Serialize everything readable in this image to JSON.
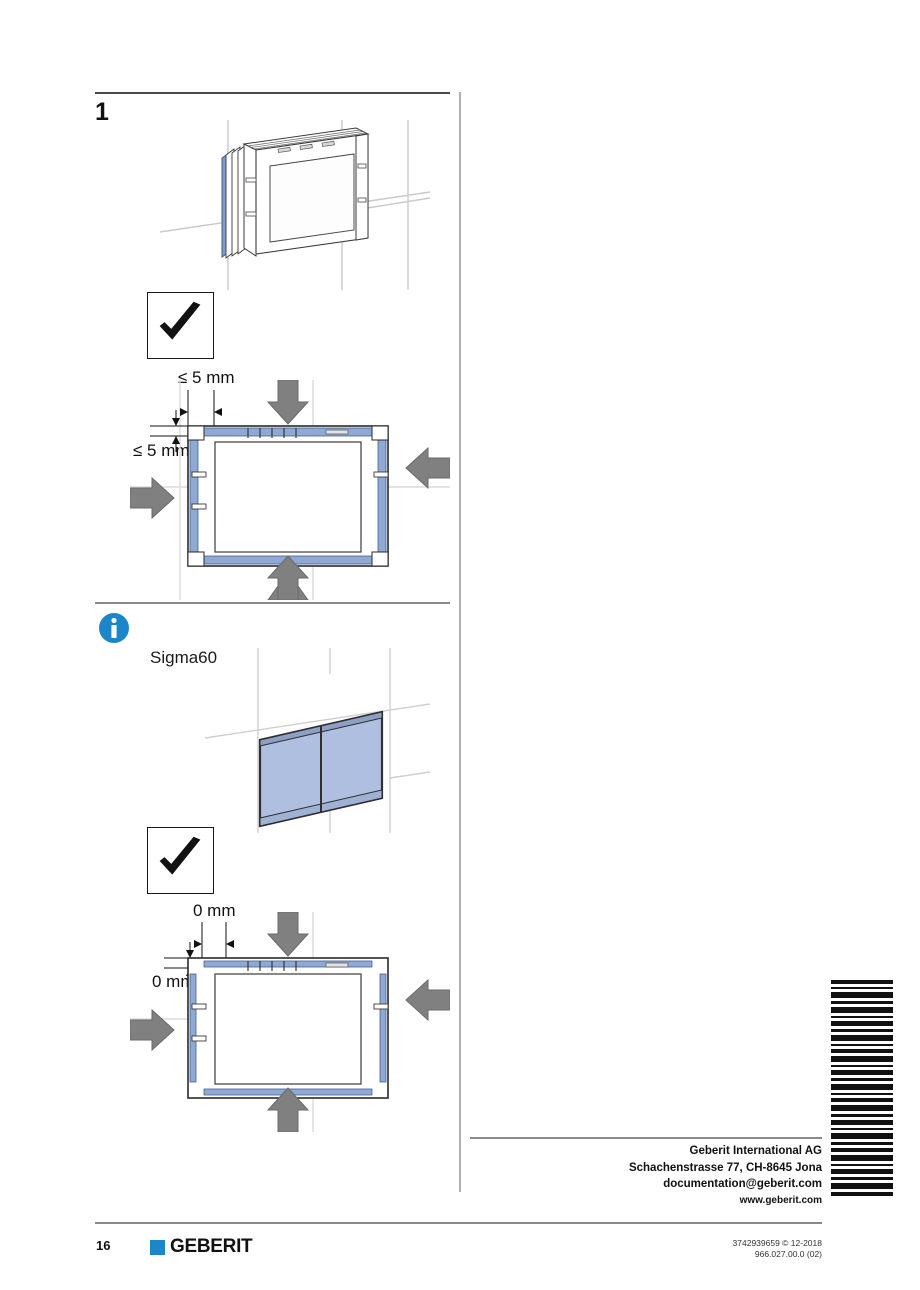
{
  "document": {
    "page_number": "16",
    "brand": "GEBERIT",
    "doc_id": "3742939659 © 12-2018",
    "doc_ref": "966.027.00.0 (02)",
    "accent_blue": "#1b87c9",
    "glass_blue": "#aebfe0",
    "arrow_gray": "#808080"
  },
  "step1": {
    "number": "1",
    "check_mark": "check-mark-icon",
    "dimension_top": "≤ 5 mm",
    "dimension_left": "≤ 5 mm"
  },
  "info_section": {
    "icon": "info-icon",
    "product_label": "Sigma60",
    "check_mark": "check-mark-icon",
    "dimension_top": "0 mm",
    "dimension_left": "0 mm"
  },
  "footer": {
    "company": "Geberit International AG",
    "address": "Schachenstrasse 77, CH-8645 Jona",
    "email": "documentation@geberit.com",
    "website": "www.geberit.com"
  }
}
